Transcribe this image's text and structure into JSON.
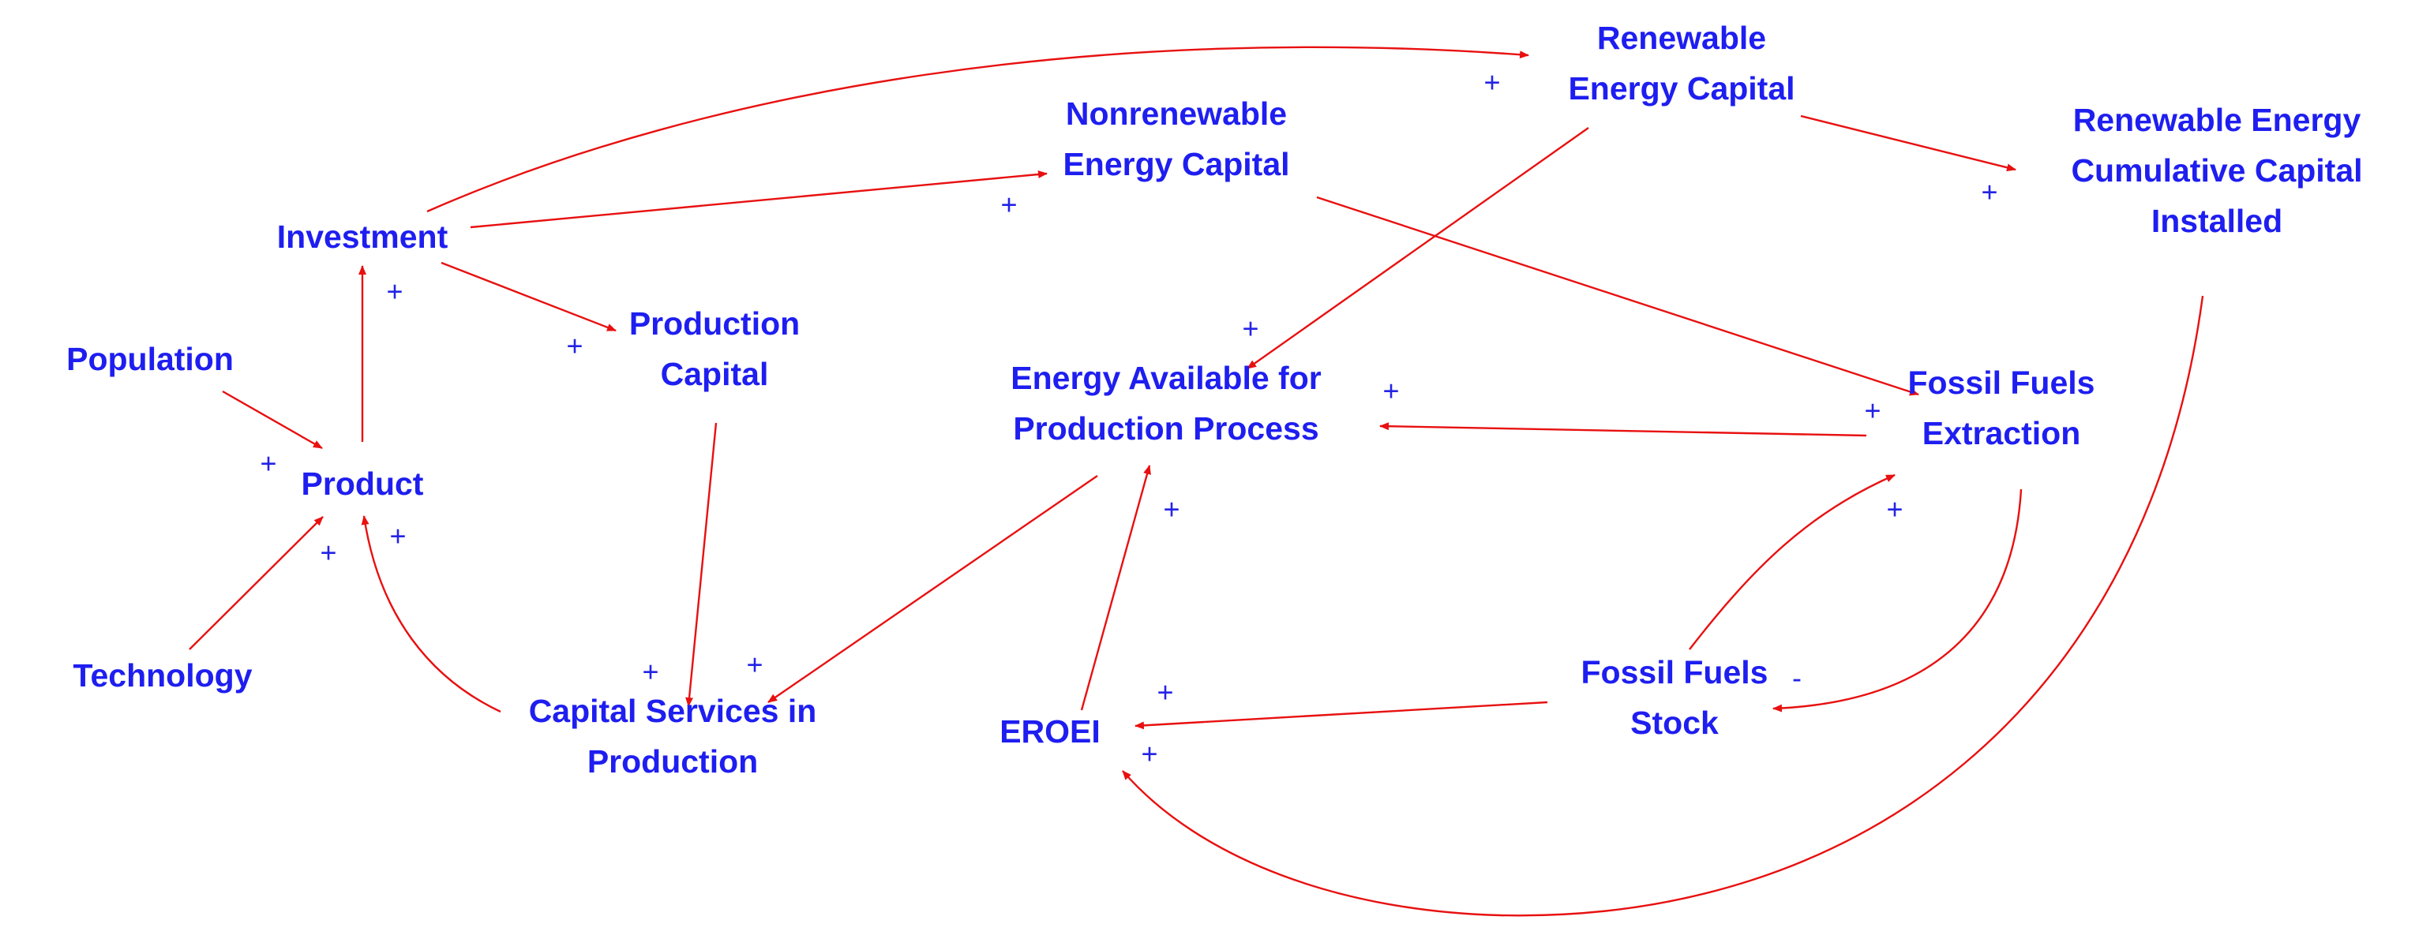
{
  "diagram": {
    "type": "causal-loop",
    "colors": {
      "label": "#1e1ef0",
      "polarity": "#2323e6",
      "link": "#e81010",
      "background": "#ffffff"
    },
    "nodes": {
      "population": {
        "lines": [
          "Population"
        ]
      },
      "technology": {
        "lines": [
          "Technology"
        ]
      },
      "product": {
        "lines": [
          "Product"
        ]
      },
      "investment": {
        "lines": [
          "Investment"
        ]
      },
      "production_capital": {
        "lines": [
          "Production",
          "Capital"
        ]
      },
      "capital_services": {
        "lines": [
          "Capital Services in",
          "Production"
        ]
      },
      "nonrenewable_capital": {
        "lines": [
          "Nonrenewable",
          "Energy Capital"
        ]
      },
      "renewable_capital": {
        "lines": [
          "Renewable",
          "Energy Capital"
        ]
      },
      "renewable_cumulative": {
        "lines": [
          "Renewable Energy",
          "Cumulative Capital",
          "Installed"
        ]
      },
      "energy_available": {
        "lines": [
          "Energy Available for",
          "Production Process"
        ]
      },
      "fossil_extraction": {
        "lines": [
          "Fossil Fuels",
          "Extraction"
        ]
      },
      "fossil_stock": {
        "lines": [
          "Fossil Fuels",
          "Stock"
        ]
      },
      "eroei": {
        "lines": [
          "EROEI"
        ]
      }
    },
    "links": [
      {
        "from": "population",
        "to": "product",
        "polarity": "+"
      },
      {
        "from": "technology",
        "to": "product",
        "polarity": "+"
      },
      {
        "from": "capital_services",
        "to": "product",
        "polarity": "+"
      },
      {
        "from": "product",
        "to": "investment",
        "polarity": "+"
      },
      {
        "from": "investment",
        "to": "production_capital",
        "polarity": "+"
      },
      {
        "from": "investment",
        "to": "nonrenewable_capital",
        "polarity": "+"
      },
      {
        "from": "investment",
        "to": "renewable_capital",
        "polarity": "+"
      },
      {
        "from": "production_capital",
        "to": "capital_services",
        "polarity": "+"
      },
      {
        "from": "energy_available",
        "to": "capital_services",
        "polarity": "+"
      },
      {
        "from": "renewable_capital",
        "to": "energy_available",
        "polarity": "+"
      },
      {
        "from": "renewable_capital",
        "to": "renewable_cumulative",
        "polarity": "+"
      },
      {
        "from": "nonrenewable_capital",
        "to": "fossil_extraction",
        "polarity": "+"
      },
      {
        "from": "fossil_extraction",
        "to": "energy_available",
        "polarity": "+"
      },
      {
        "from": "fossil_stock",
        "to": "fossil_extraction",
        "polarity": "+"
      },
      {
        "from": "fossil_extraction",
        "to": "fossil_stock",
        "polarity": "-"
      },
      {
        "from": "eroei",
        "to": "energy_available",
        "polarity": "+"
      },
      {
        "from": "fossil_stock",
        "to": "eroei",
        "polarity": "+"
      },
      {
        "from": "renewable_cumulative",
        "to": "eroei",
        "polarity": "+"
      }
    ]
  }
}
